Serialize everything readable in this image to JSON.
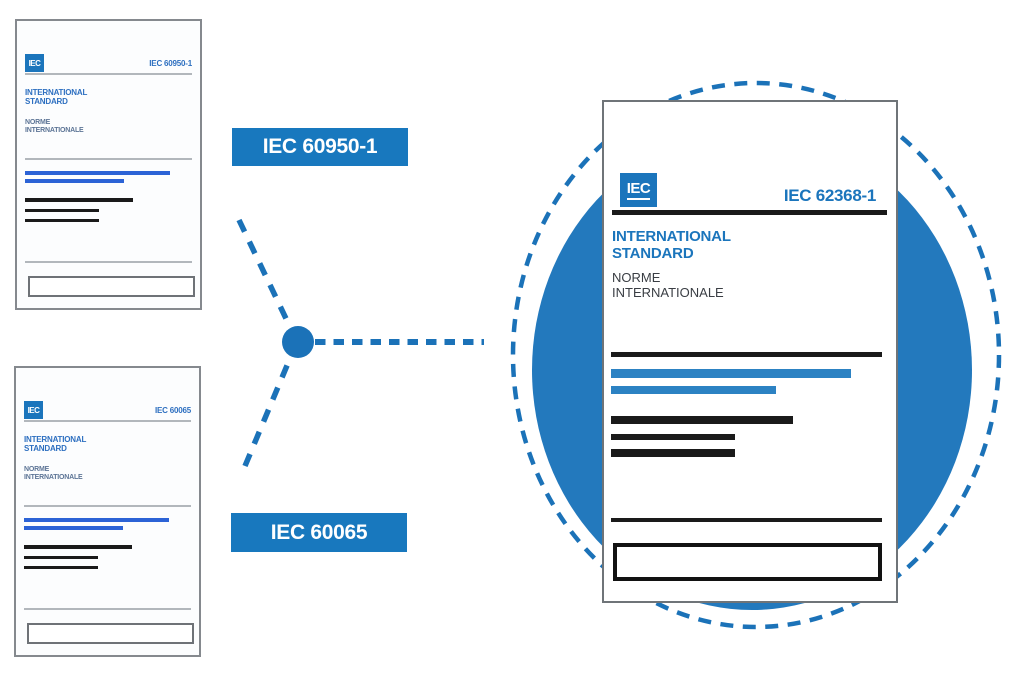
{
  "source_documents": [
    {
      "logo": "IEC",
      "number": "IEC 60950-1",
      "title_en_line1": "INTERNATIONAL",
      "title_en_line2": "STANDARD",
      "title_fr_line1": "NORME",
      "title_fr_line2": "INTERNATIONALE",
      "label": "IEC 60950-1"
    },
    {
      "logo": "IEC",
      "number": "IEC 60065",
      "title_en_line1": "INTERNATIONAL",
      "title_en_line2": "STANDARD",
      "title_fr_line1": "NORME",
      "title_fr_line2": "INTERNATIONALE",
      "label": "IEC 60065"
    }
  ],
  "result_document": {
    "logo": "IEC",
    "number": "IEC 62368-1",
    "title_en_line1": "INTERNATIONAL",
    "title_en_line2": "STANDARD",
    "title_fr_line1": "NORME",
    "title_fr_line2": "INTERNATIONALE"
  },
  "colors": {
    "iec_blue": "#1b75bc",
    "label_background": "#1878be",
    "dashed_connector_blue": "#1b72b8",
    "solid_circle_blue": "#2379bd",
    "placeholder_bar_blue_small": "#2c63d6",
    "placeholder_bar_blue_large": "#2c82c3",
    "placeholder_bar_black": "#1a1a1a"
  }
}
